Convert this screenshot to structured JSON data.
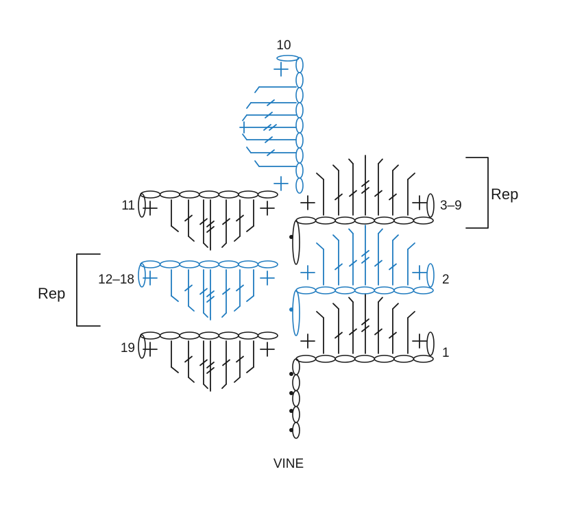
{
  "labels": {
    "row_1": "1",
    "row_2": "2",
    "row_3_9": "3–9",
    "row_10": "10",
    "row_11": "11",
    "row_12_18": "12–18",
    "row_19": "19",
    "rep_right": "Rep",
    "rep_left": "Rep",
    "vine": "VINE"
  },
  "colors": {
    "black": "#1a1a1a",
    "blue": "#1f7bbf"
  },
  "symbols": {
    "chain": "chain-oval",
    "single_crochet": "plus-symbol",
    "double_crochet": "one-slash-stitch",
    "treble_crochet": "two-slash-stitch",
    "slip_stitch": "dot"
  }
}
